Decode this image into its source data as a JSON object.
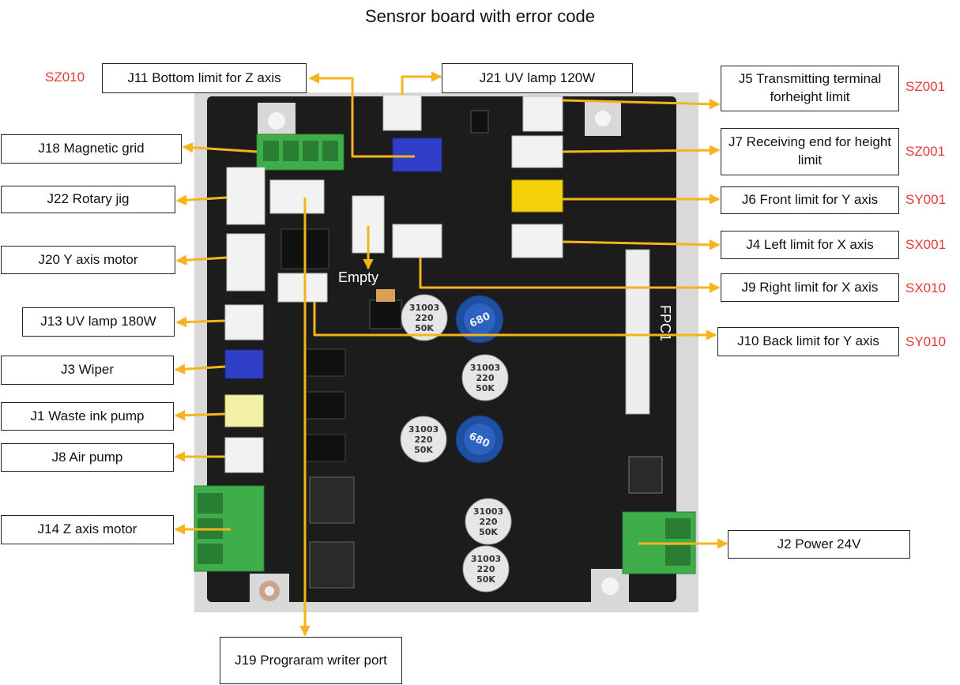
{
  "title": "Sensror board with error code",
  "labels": {
    "j11": "J11 Bottom limit for Z axis",
    "j21": "J21 UV lamp 120W",
    "j5": "J5 Transmitting terminal forheight limit",
    "j7": "J7 Receiving end for height limit",
    "j18": "J18 Magnetic grid",
    "j22": "J22 Rotary jig",
    "j6": "J6 Front limit for Y axis",
    "j4": "J4 Left limit for X axis",
    "j20": "J20  Y axis motor",
    "j9": "J9 Right limit for X axis",
    "j13": "J13 UV lamp 180W",
    "j10": "J10 Back limit for Y axis",
    "j3": "J3 Wiper",
    "j1": "J1 Waste ink pump",
    "j8": "J8 Air pump",
    "j14": "J14 Z axis motor",
    "j2": "J2 Power 24V",
    "j19": "J19 Prograram writer port"
  },
  "codes": {
    "j11": "SZ010",
    "j5": "SZ001",
    "j7": "SZ001",
    "j6": "SY001",
    "j4": "SX001",
    "j9": "SX010",
    "j10": "SY010"
  },
  "board_text": {
    "empty": "Empty",
    "fpc": "FPC1",
    "cap_a": "31003",
    "cap_b": "220",
    "cap_c": "50K",
    "inductor": "680"
  },
  "colors": {
    "arrow": "#f5b41c",
    "board": "#1c1c1c",
    "code_red": "#e53935",
    "connector_green": "#3fae4a",
    "connector_blue": "#2f3fc8",
    "connector_yellow": "#f3d20a",
    "connector_white": "#f2f2f2"
  }
}
